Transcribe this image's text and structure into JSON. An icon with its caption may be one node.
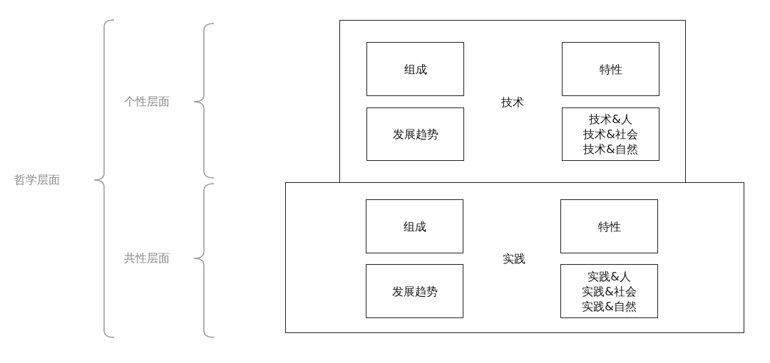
{
  "diagram": {
    "nodes": [
      {
        "text": [
          "技术"
        ]
      },
      {
        "text": [
          "组成"
        ],
        "in": 0
      },
      {
        "text": [
          "特性"
        ],
        "in": 0
      },
      {
        "text": [
          "发展趋势"
        ],
        "in": 0
      },
      {
        "text": [
          "技术&人",
          "技术&社会",
          "技术&自然"
        ],
        "in": 0
      },
      {
        "text": [
          "实践"
        ]
      },
      {
        "text": [
          "组成"
        ],
        "in": 5
      },
      {
        "text": [
          "特性"
        ],
        "in": 5
      },
      {
        "text": [
          "发展趋势"
        ],
        "in": 5
      },
      {
        "text": [
          "实践&人",
          "实践&社会",
          "实践&自然"
        ],
        "in": 5
      }
    ],
    "edges": [],
    "labels": [
      "个性层面",
      "哲学层面",
      "共性层面"
    ]
  }
}
